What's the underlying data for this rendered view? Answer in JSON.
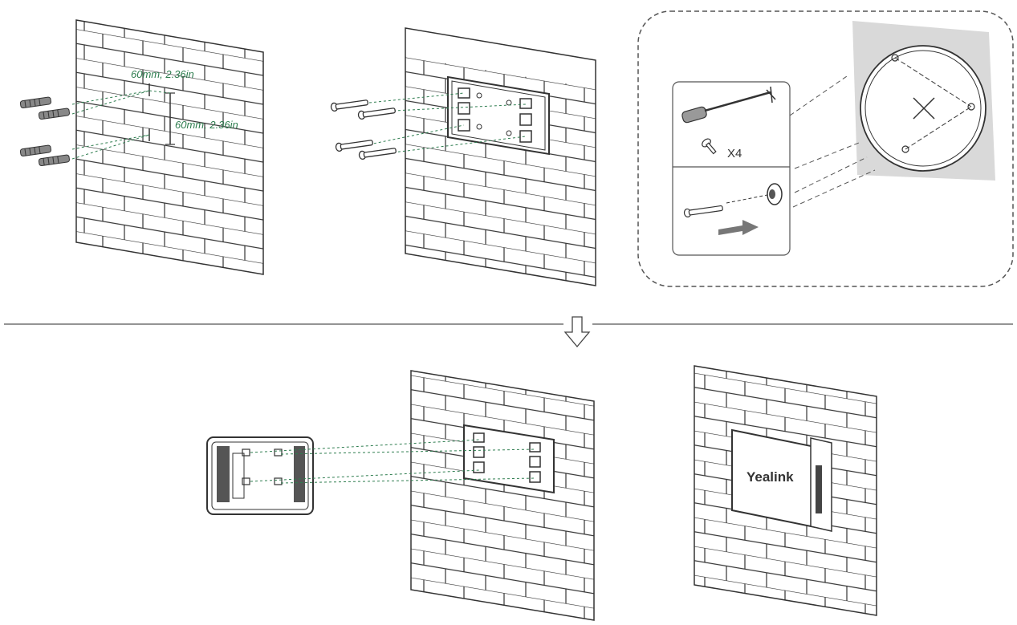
{
  "steps": {
    "drill_dimension_horizontal": "60mm, 2.36in",
    "drill_dimension_vertical": "60mm, 2.36in",
    "screw_quantity": "X4",
    "brand_logo": "Yealink"
  },
  "icons": [
    "screwdriver-icon",
    "screw-icon",
    "wall-anchor-icon",
    "arrow-right-icon",
    "flow-arrow-down-icon"
  ],
  "colors": {
    "guide": "#2e7d4f",
    "ink": "#333333",
    "panel": "#d9d9d9"
  }
}
